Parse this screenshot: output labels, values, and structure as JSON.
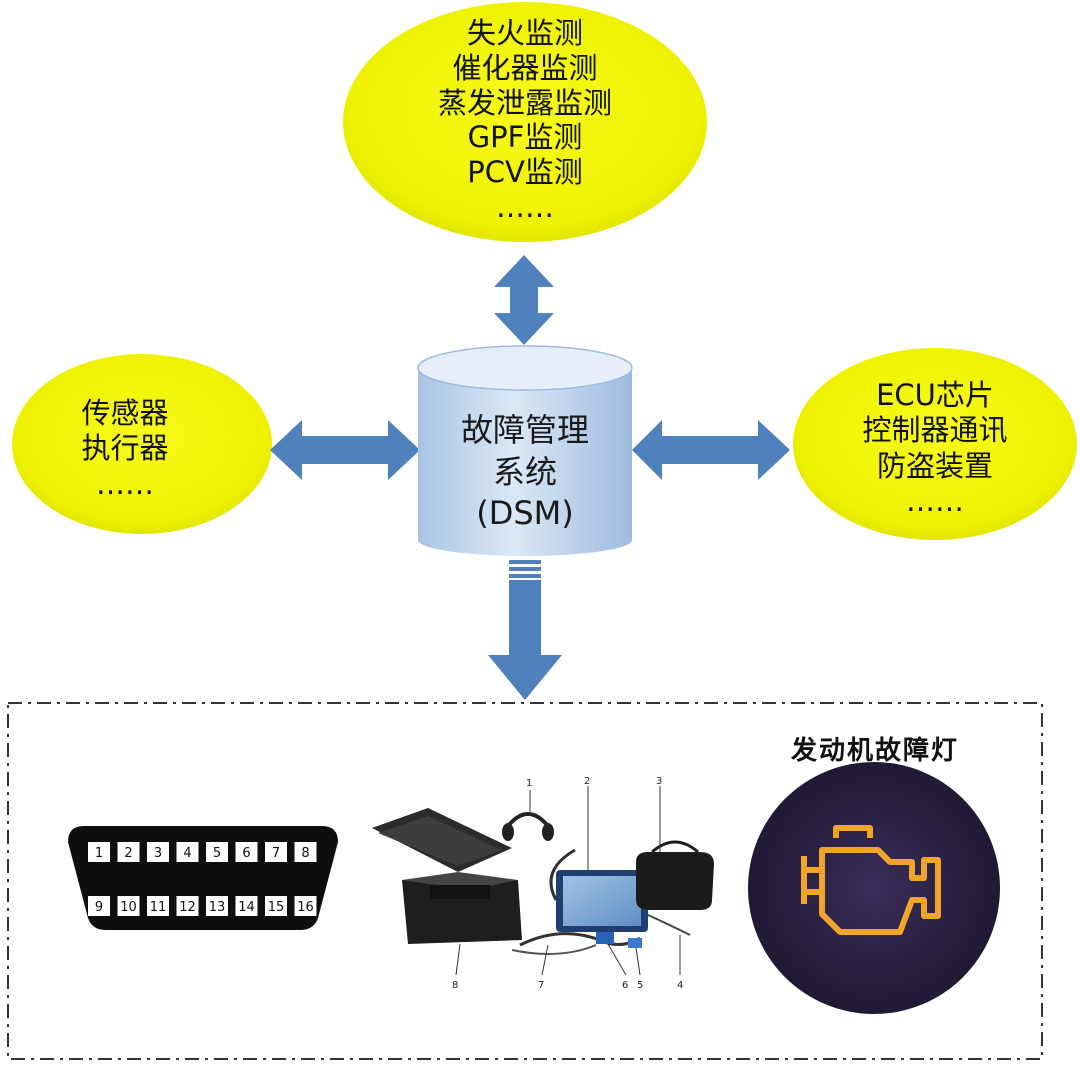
{
  "diagram": {
    "center": {
      "lines": [
        "故障管理",
        "系统",
        "(DSM)"
      ]
    },
    "top": {
      "lines": [
        "失火监测",
        "催化器监测",
        "蒸发泄露监测",
        "GPF监测",
        "PCV监测",
        "……"
      ]
    },
    "left": {
      "lines": [
        "传感器",
        "执行器",
        "……"
      ]
    },
    "right": {
      "lines": [
        "ECU芯片",
        "控制器通讯",
        "防盗装置",
        "……"
      ]
    },
    "obd_pins_top": [
      "1",
      "2",
      "3",
      "4",
      "5",
      "6",
      "7",
      "8"
    ],
    "obd_pins_bottom": [
      "9",
      "10",
      "11",
      "12",
      "13",
      "14",
      "15",
      "16"
    ],
    "kit_callouts": [
      "1",
      "2",
      "3",
      "4",
      "5",
      "6",
      "7",
      "8"
    ],
    "lamp_title": "发动机故障灯"
  },
  "colors": {
    "ellipse_fill": "#f2f700",
    "arrow_fill": "#4f81bd",
    "cylinder_fill": "#c6d9ee",
    "lamp_bg": "#2a2142",
    "lamp_symbol": "#f0a52a"
  }
}
